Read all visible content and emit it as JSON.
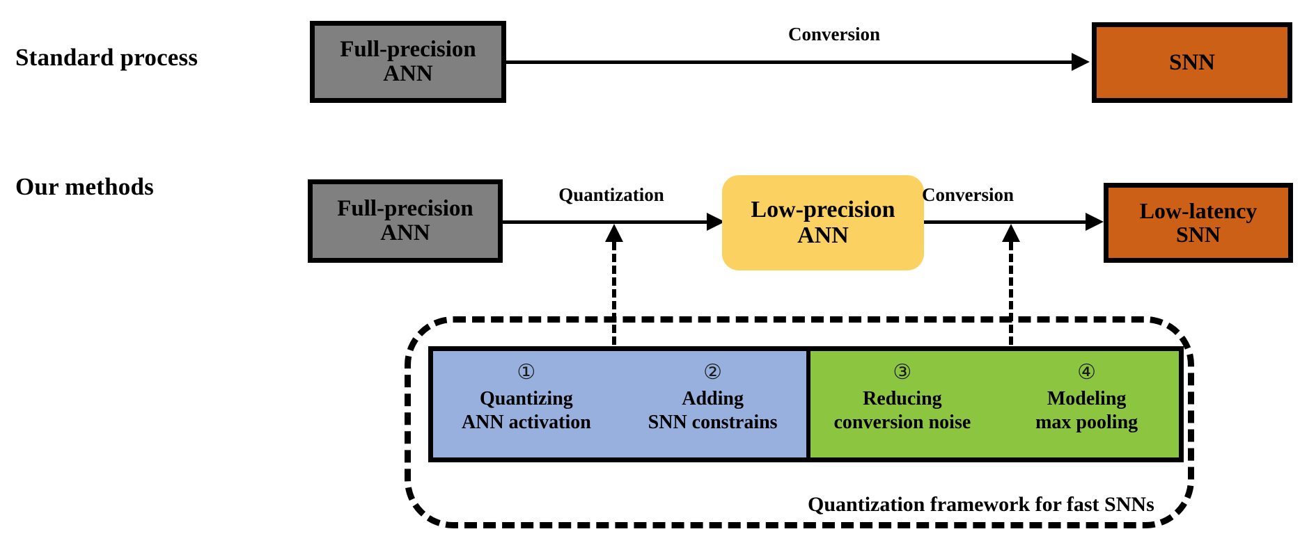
{
  "diagram": {
    "title_not_shown": "",
    "colors": {
      "gray_box": "#808080",
      "orange_box": "#cc6016",
      "yellow_box": "#fbd262",
      "blue_panel": "#97b0de",
      "green_panel": "#8cc641",
      "outline": "#000000",
      "background": "#ffffff"
    }
  },
  "rows": {
    "standard": {
      "label": "Standard process",
      "source_box": {
        "line1": "Full-precision",
        "line2": "ANN"
      },
      "arrow_label": "Conversion",
      "target_box": {
        "line1": "SNN",
        "line2": ""
      }
    },
    "ours": {
      "label": "Our methods",
      "source_box": {
        "line1": "Full-precision",
        "line2": "ANN"
      },
      "arrow1_label": "Quantization",
      "middle_box": {
        "line1": "Low-precision",
        "line2": "ANN"
      },
      "arrow2_label": "Conversion",
      "target_box": {
        "line1": "Low-latency",
        "line2": "SNN"
      }
    }
  },
  "framework": {
    "caption": "Quantization framework for fast SNNs",
    "items": [
      {
        "number": "①",
        "line1": "Quantizing",
        "line2": "ANN activation",
        "group": "blue"
      },
      {
        "number": "②",
        "line1": "Adding",
        "line2": "SNN constrains",
        "group": "blue"
      },
      {
        "number": "③",
        "line1": "Reducing",
        "line2": "conversion noise",
        "group": "green"
      },
      {
        "number": "④",
        "line1": "Modeling",
        "line2": "max pooling",
        "group": "green"
      }
    ]
  }
}
